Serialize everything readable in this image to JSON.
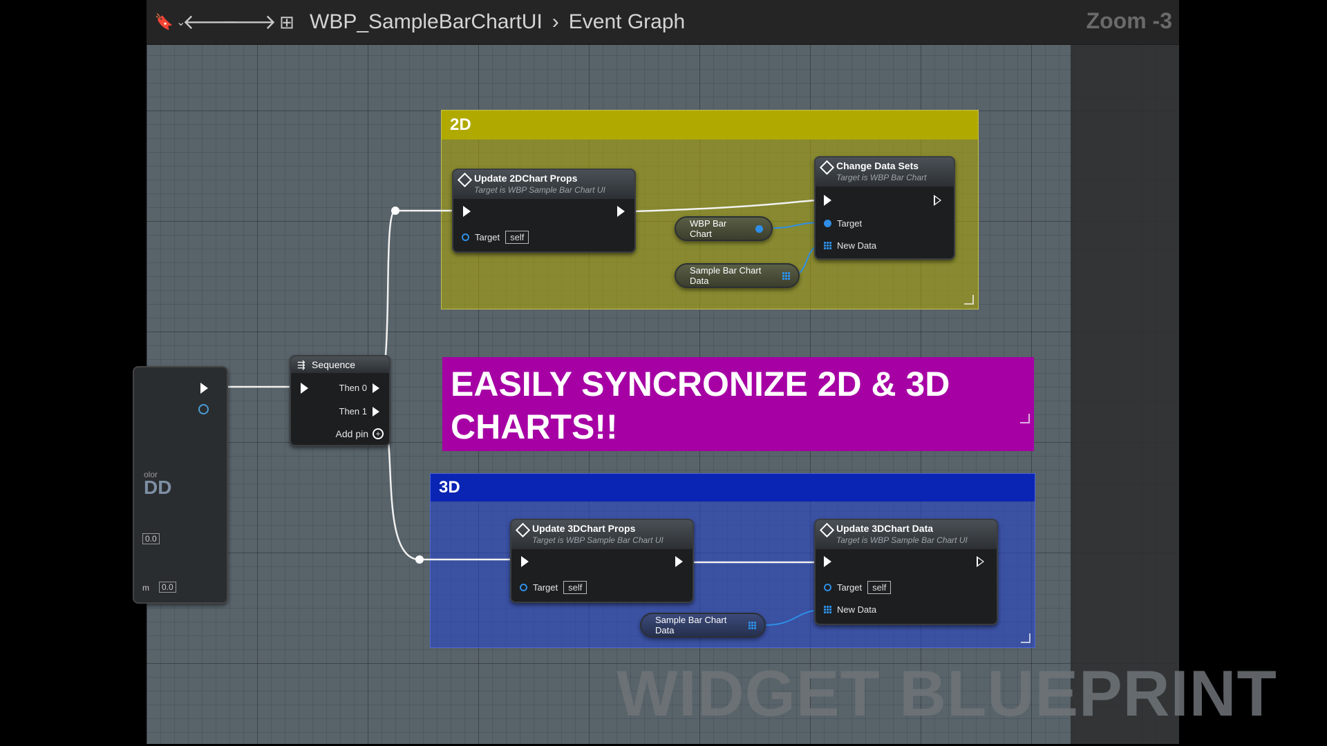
{
  "toolbar": {
    "breadcrumb": [
      "WBP_SampleBarChartUI",
      "Event Graph"
    ],
    "zoom": "Zoom -3"
  },
  "left_node": {
    "pin_label_1": "olor",
    "pin_label_2": "m",
    "value_1": "0.0",
    "value_2": "0.0"
  },
  "comment_2d": {
    "title": "2D",
    "color": "#b0a900"
  },
  "comment_3d": {
    "title": "3D",
    "color": "#0a24b4"
  },
  "sequence": {
    "title": "Sequence",
    "then0": "Then 0",
    "then1": "Then 1",
    "add_pin": "Add pin"
  },
  "update2d": {
    "title": "Update 2DChart Props",
    "subtitle": "Target is WBP Sample Bar Chart UI",
    "target_label": "Target",
    "target_value": "self"
  },
  "change_data_sets": {
    "title": "Change Data Sets",
    "subtitle": "Target is WBP Bar Chart",
    "target_label": "Target",
    "new_data_label": "New Data"
  },
  "wbp_bar_chart_var": {
    "label": "WBP Bar Chart"
  },
  "sample_bar_chart_data_2d": {
    "label": "Sample Bar Chart Data"
  },
  "update3d_props": {
    "title": "Update 3DChart Props",
    "subtitle": "Target is WBP Sample Bar Chart UI",
    "target_label": "Target",
    "target_value": "self"
  },
  "update3d_data": {
    "title": "Update 3DChart Data",
    "subtitle": "Target is WBP Sample Bar Chart UI",
    "target_label": "Target",
    "target_value": "self",
    "new_data_label": "New Data"
  },
  "sample_bar_chart_data_3d": {
    "label": "Sample Bar Chart Data"
  },
  "banner": {
    "text": "EASILY SYNCRONIZE 2D & 3D CHARTS!!",
    "color": "#a600a4"
  },
  "watermark": {
    "text": "WIDGET BLUEPRINT"
  }
}
